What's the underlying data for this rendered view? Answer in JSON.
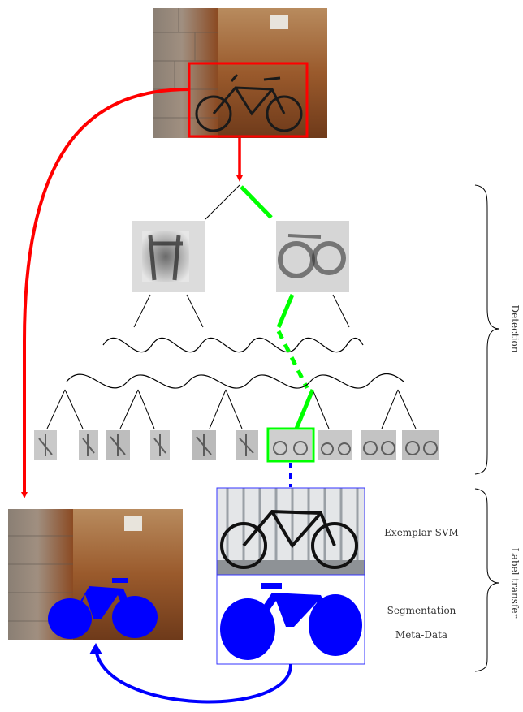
{
  "labels": {
    "exemplar_svm": "Exemplar-SVM",
    "segmentation": "Segmentation",
    "meta_data": "Meta-Data",
    "detection": "Detection",
    "label_transfer": "Label transfer"
  },
  "colors": {
    "red": "#ff0000",
    "green": "#00ff00",
    "blue": "#0000ff",
    "black": "#000000"
  },
  "icons": {
    "photo": "bike-against-door-photo",
    "hog": "hog-template-thumbnail",
    "exemplar": "exemplar-bike-photo",
    "mask": "segmentation-mask"
  }
}
